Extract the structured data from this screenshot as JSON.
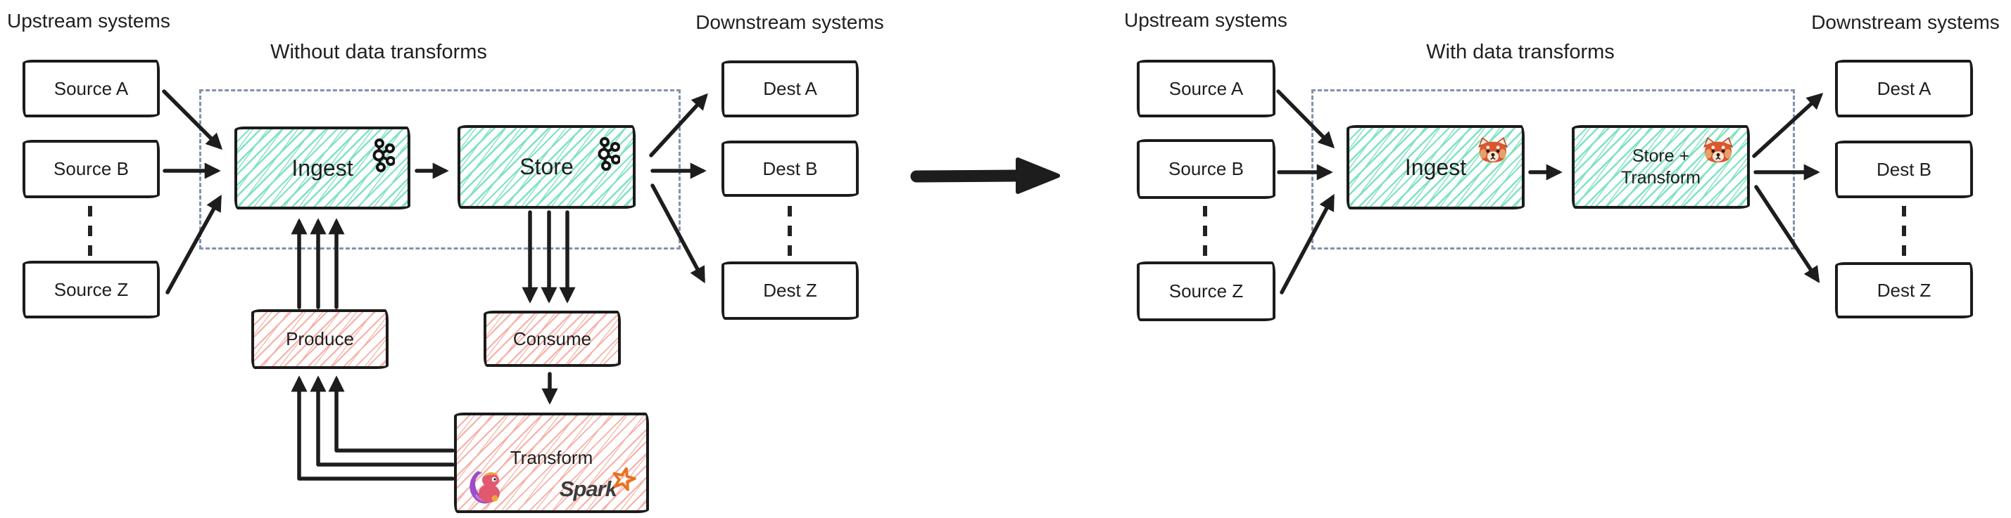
{
  "left": {
    "title": "Without data transforms",
    "upstream_label": "Upstream systems",
    "downstream_label": "Downstream systems",
    "sources": [
      "Source A",
      "Source B",
      "Source Z"
    ],
    "dests": [
      "Dest A",
      "Dest B",
      "Dest Z"
    ],
    "ingest": "Ingest",
    "store": "Store",
    "produce": "Produce",
    "consume": "Consume",
    "transform": "Transform",
    "spark_wordmark": "Spark",
    "ingest_icon": "kafka-logo",
    "store_icon": "kafka-logo",
    "transform_icons": [
      "flink-squirrel-logo",
      "spark-star-logo"
    ]
  },
  "right": {
    "title": "With data transforms",
    "upstream_label": "Upstream systems",
    "downstream_label": "Downstream systems",
    "sources": [
      "Source A",
      "Source B",
      "Source Z"
    ],
    "dests": [
      "Dest A",
      "Dest B",
      "Dest Z"
    ],
    "ingest": "Ingest",
    "store_transform_line1": "Store +",
    "store_transform_line2": "Transform",
    "ingest_icon": "redpanda-logo",
    "store_icon": "redpanda-logo"
  },
  "colors": {
    "hatch_green": "#7fe3c0",
    "hatch_pink": "#f6b0a7",
    "border": "#1b1b1b",
    "dashed_frame": "#8292aa",
    "arrow": "#1d1d1d",
    "spark_orange": "#e8701f",
    "text": "#1f1f1f",
    "flink_pink": "#e2586f",
    "flink_purple": "#9a4fc9",
    "flink_orange": "#f0a43c",
    "panda_red": "#d9572e"
  }
}
